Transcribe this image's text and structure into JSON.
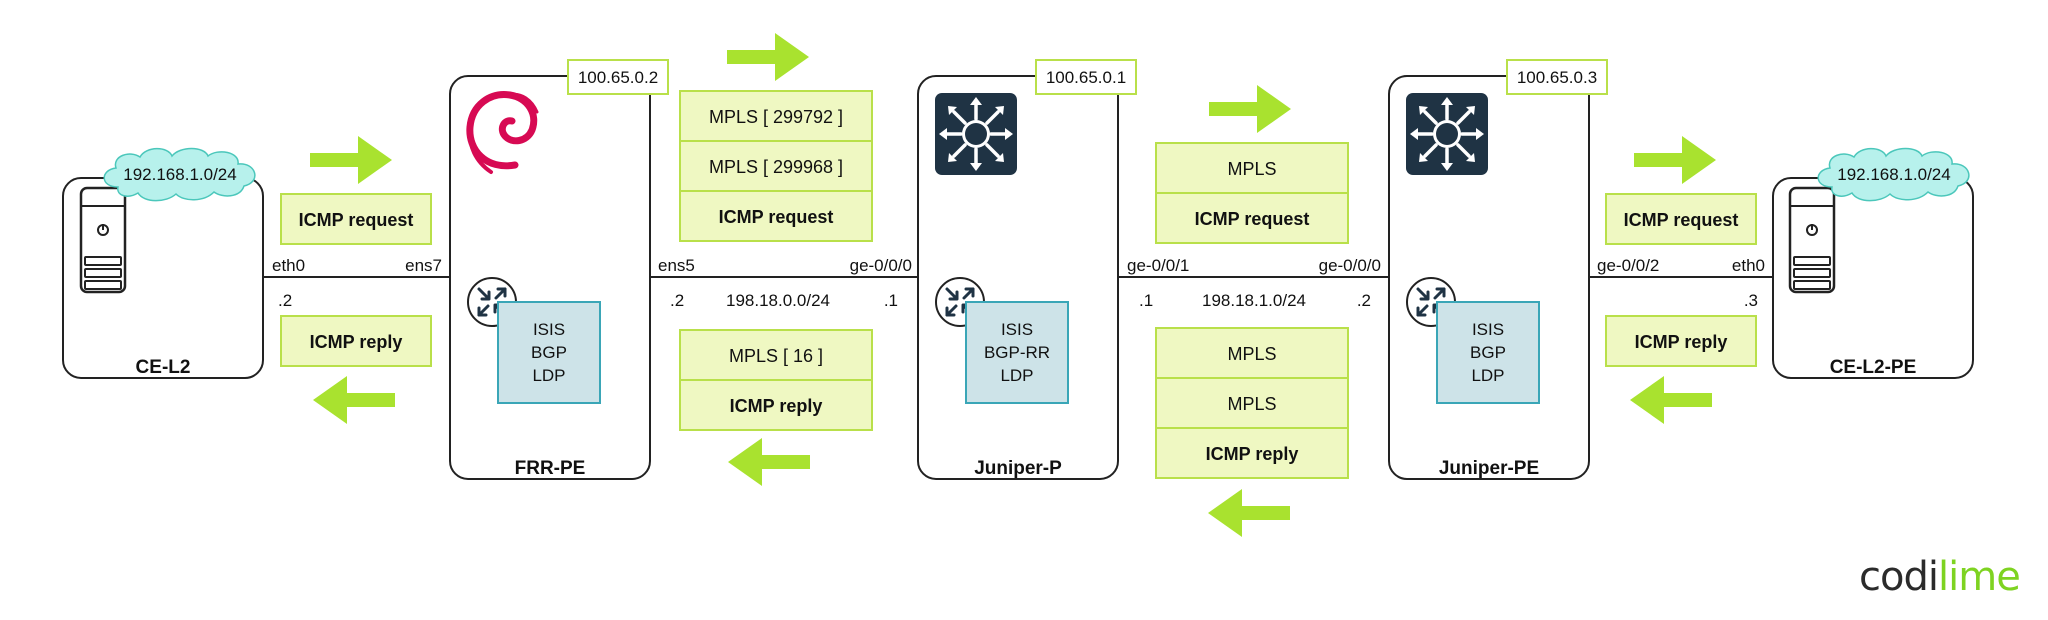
{
  "colors": {
    "accent_green": "#a9e22f",
    "box_green_fill": "#eff8c2",
    "box_green_stroke": "#b9e04a",
    "proto_fill": "#cde3e8",
    "proto_stroke": "#3aa6b7",
    "tag_stroke": "#b9e04a",
    "node_stroke": "#222222",
    "cloud_fill": "#b7f1ec",
    "cloud_stroke": "#4bc7bb",
    "juniper_icon": "#1f3344"
  },
  "nodes": {
    "ce_l2": {
      "label": "CE-L2",
      "cloud": "192.168.1.0/24",
      "icon": "server-icon"
    },
    "frr_pe": {
      "label": "FRR-PE",
      "loopback": "100.65.0.2",
      "icon": "debian-swirl-icon",
      "protocols": [
        "ISIS",
        "BGP",
        "LDP"
      ]
    },
    "juniper_p": {
      "label": "Juniper-P",
      "loopback": "100.65.0.1",
      "icon": "juniper-hub-icon",
      "protocols": [
        "ISIS",
        "BGP-RR",
        "LDP"
      ]
    },
    "juniper_pe": {
      "label": "Juniper-PE",
      "loopback": "100.65.0.3",
      "icon": "juniper-hub-icon",
      "protocols": [
        "ISIS",
        "BGP",
        "LDP"
      ]
    },
    "ce_l2_pe": {
      "label": "CE-L2-PE",
      "cloud": "192.168.1.0/24",
      "icon": "server-icon"
    }
  },
  "links": {
    "l1": {
      "left_if": "eth0",
      "right_if": "ens7",
      "left_host": ".2"
    },
    "l2": {
      "left_if": "ens5",
      "right_if": "ge-0/0/0",
      "left_host": ".2",
      "subnet": "198.18.0.0/24",
      "right_host": ".1"
    },
    "l3": {
      "left_if": "ge-0/0/1",
      "right_if": "ge-0/0/0",
      "left_host": ".1",
      "subnet": "198.18.1.0/24",
      "right_host": ".2"
    },
    "l4": {
      "left_if": "ge-0/0/2",
      "right_if": "eth0",
      "right_host": ".3"
    }
  },
  "packets": {
    "seg1_request": [
      "ICMP request"
    ],
    "seg1_reply": [
      "ICMP reply"
    ],
    "seg2_request": [
      "MPLS [ 299792 ]",
      "MPLS [ 299968 ]",
      "ICMP request"
    ],
    "seg2_reply": [
      "MPLS [ 16 ]",
      "ICMP reply"
    ],
    "seg3_request": [
      "MPLS",
      "ICMP request"
    ],
    "seg3_reply": [
      "MPLS",
      "MPLS",
      "ICMP reply"
    ],
    "seg4_request": [
      "ICMP request"
    ],
    "seg4_reply": [
      "ICMP reply"
    ]
  },
  "brand": {
    "part1": "codi",
    "part2": "lime"
  }
}
